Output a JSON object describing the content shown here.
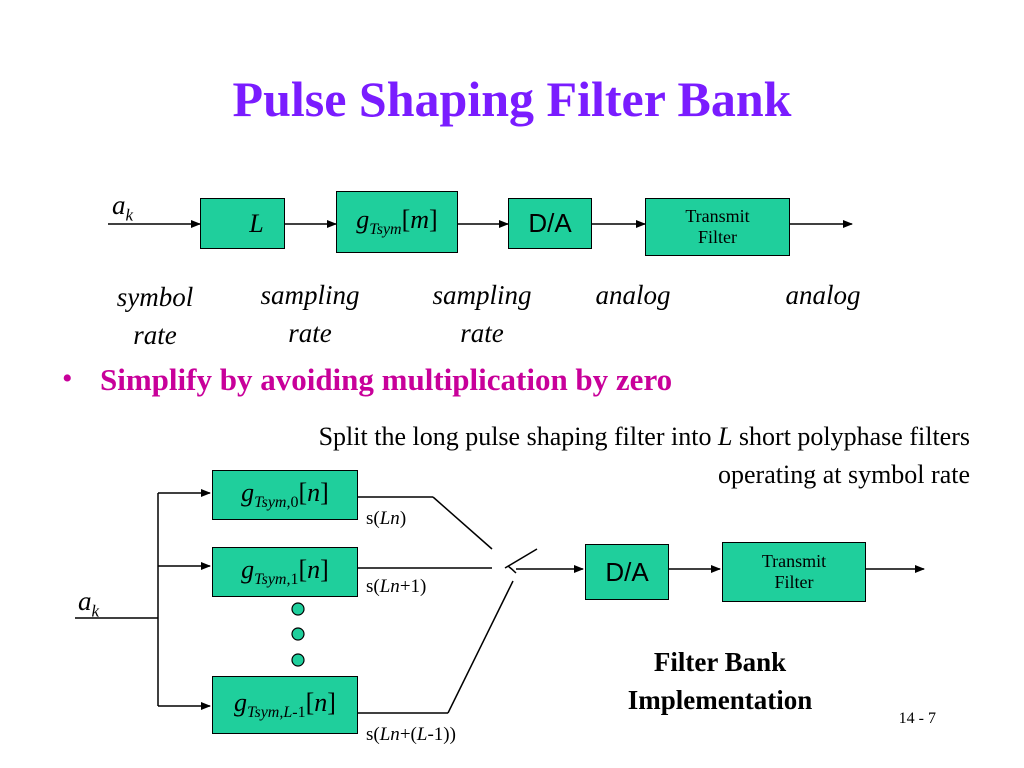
{
  "title": "Pulse Shaping Filter Bank",
  "top_chain": {
    "input": {
      "base": "a",
      "sub": "k"
    },
    "upsampler_label": "L",
    "filter": {
      "base": "g",
      "sub": "Tsym",
      "arg_open": "[",
      "arg": "m",
      "arg_close": "]"
    },
    "dac": "D/A",
    "transmit_filter_line1": "Transmit",
    "transmit_filter_line2": "Filter",
    "rates": [
      {
        "line1": "symbol",
        "line2": "rate"
      },
      {
        "line1": "sampling",
        "line2": "rate"
      },
      {
        "line1": "sampling",
        "line2": "rate"
      },
      {
        "line1": "analog",
        "line2": ""
      },
      {
        "line1": "analog",
        "line2": ""
      }
    ]
  },
  "bullet": {
    "marker": "•",
    "text": "Simplify by avoiding multiplication by zero"
  },
  "body": {
    "line1_prefix": "Split the long pulse shaping filter into ",
    "line1_var": "L",
    "line1_suffix": " short polyphase filters",
    "line2": "operating at symbol rate"
  },
  "filter_bank": {
    "input": {
      "base": "a",
      "sub": "k"
    },
    "filters": [
      {
        "base": "g",
        "sub_it": "Tsym,",
        "sub_num": "0",
        "arg": "n"
      },
      {
        "base": "g",
        "sub_it": "Tsym,",
        "sub_num": "1",
        "arg": "n"
      },
      {
        "base": "g",
        "sub_it": "Tsym,L",
        "sub_num": "-1",
        "arg": "n"
      }
    ],
    "outputs": [
      {
        "pre": "s(",
        "it": "Ln",
        "post": ")"
      },
      {
        "pre": "s(",
        "it": "Ln",
        "post": "+1)"
      },
      {
        "pre": "s(",
        "it": "Ln",
        "mid": "+(",
        "it2": "L",
        "post": "-1))"
      }
    ],
    "dac": "D/A",
    "transmit_filter_line1": "Transmit",
    "transmit_filter_line2": "Filter",
    "caption_line1": "Filter Bank",
    "caption_line2": "Implementation"
  },
  "page_number": "14 - 7",
  "colors": {
    "title": "#7a1cff",
    "bullet": "#c8009a",
    "box_fill": "#1fcf9c",
    "dot_fill": "#1fcf9c"
  }
}
